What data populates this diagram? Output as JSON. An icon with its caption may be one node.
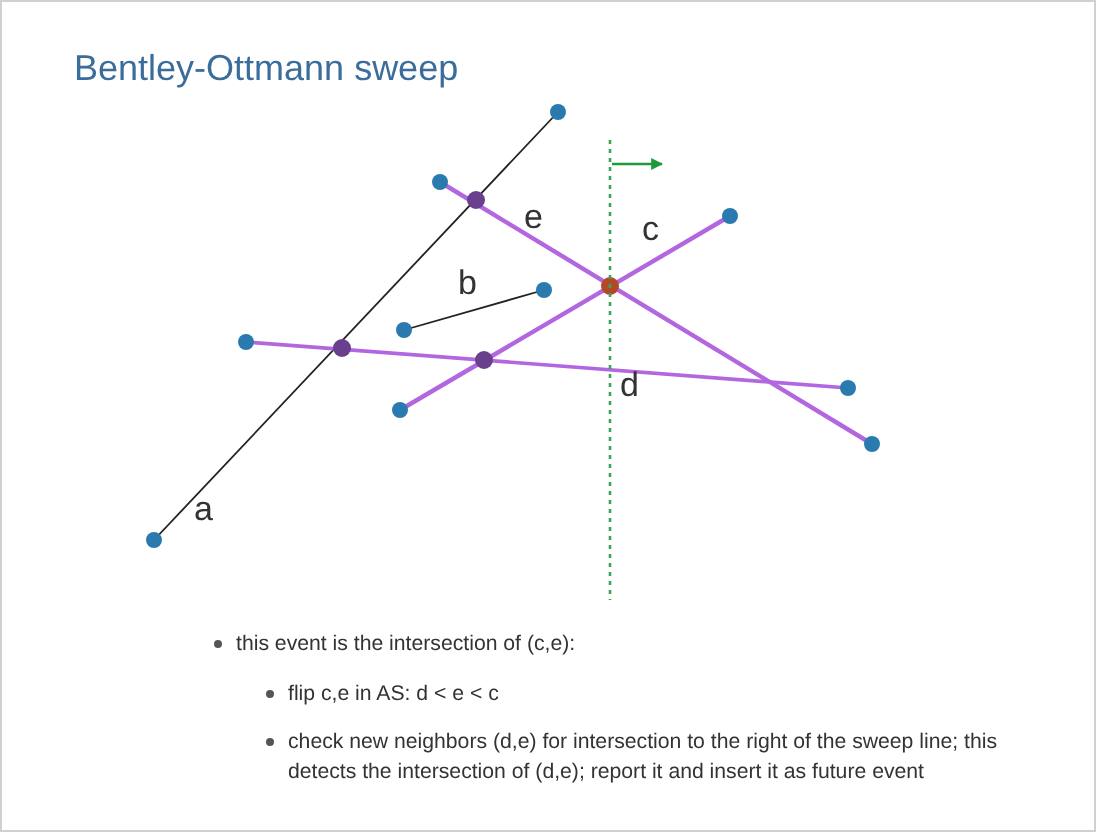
{
  "diagram": {
    "title": "Bentley-Ottmann sweep",
    "labels": [
      "e",
      "c",
      "b",
      "d",
      "a",
      "this event is the intersection of (c,e):",
      "flip c,e in AS: d < e < c",
      "check new neighbors (d,e) for intersection to the right of the sweep line; this detects the intersection of (d,e); report it and insert it as future event"
    ]
  }
}
